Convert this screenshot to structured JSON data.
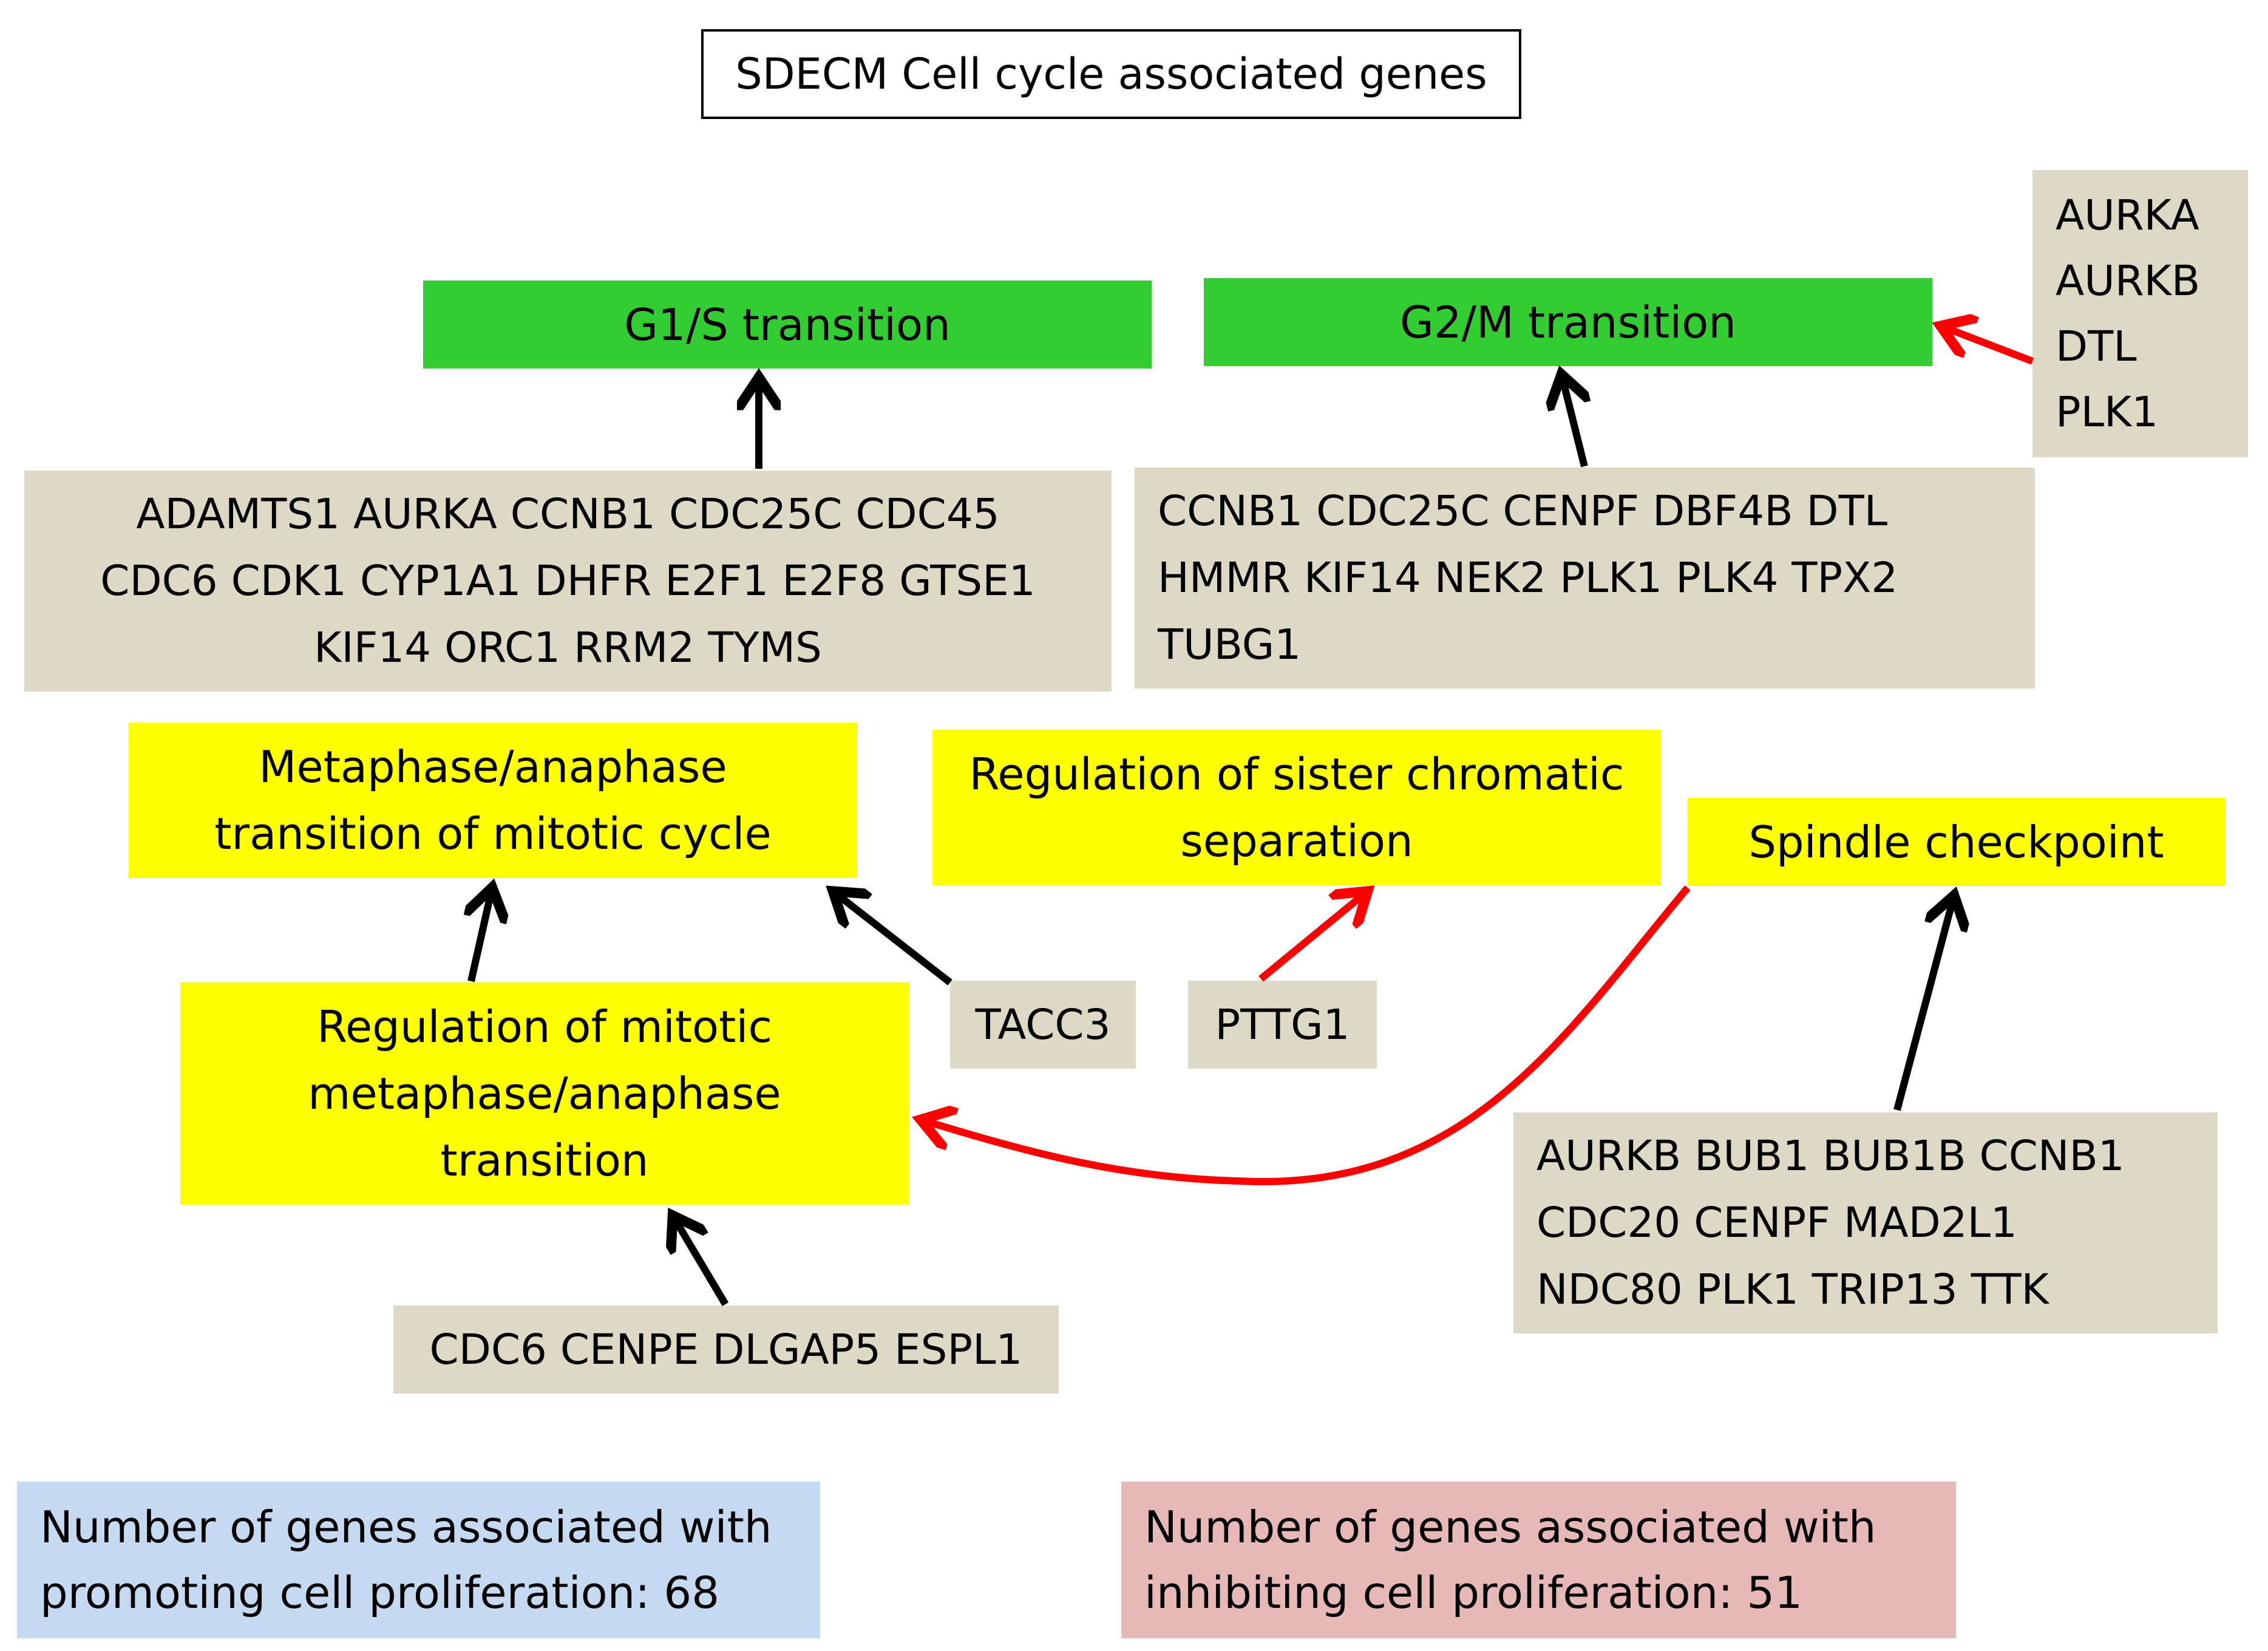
{
  "title": "SDECM Cell cycle associated genes",
  "processes": {
    "g1s": "G1/S transition",
    "g2m": "G2/M transition",
    "metaphase": [
      "Metaphase/anaphase",
      "transition of mitotic cycle"
    ],
    "regulation_mitotic": [
      "Regulation of mitotic",
      "metaphase/anaphase",
      "transition"
    ],
    "sister_chromatid": [
      "Regulation of sister chromatic",
      "separation"
    ],
    "spindle": "Spindle checkpoint"
  },
  "gene_sets": {
    "g1s": [
      "ADAMTS1 AURKA CCNB1 CDC25C CDC45",
      "CDC6 CDK1 CYP1A1 DHFR E2F1 E2F8 GTSE1",
      "KIF14 ORC1 RRM2 TYMS"
    ],
    "g2m": [
      "CCNB1 CDC25C CENPF DBF4B DTL",
      "HMMR KIF14 NEK2 PLK1 PLK4 TPX2",
      "TUBG1"
    ],
    "g2m_inhibit": [
      "AURKA",
      "AURKB",
      "DTL",
      "PLK1"
    ],
    "tacc3": "TACC3",
    "pttg1": "PTTG1",
    "regulation_mitotic": "CDC6 CENPE DLGAP5 ESPL1",
    "spindle": [
      "AURKB BUB1 BUB1B CCNB1",
      "CDC20 CENPF MAD2L1",
      "NDC80 PLK1 TRIP13 TTK"
    ]
  },
  "summary": {
    "promoting": [
      "Number of genes associated with",
      "promoting cell proliferation: 68"
    ],
    "inhibiting": [
      "Number of genes associated with",
      "inhibiting cell proliferation: 51"
    ]
  },
  "colors": {
    "process_green": "#33cc33",
    "process_yellow": "#ffff00",
    "gene_box": "#ddd9c4",
    "promoting_box": "#c5d9f1",
    "inhibiting_box": "#e6b9b8",
    "promote_arrow": "#000000",
    "inhibit_arrow": "#ff0000"
  }
}
